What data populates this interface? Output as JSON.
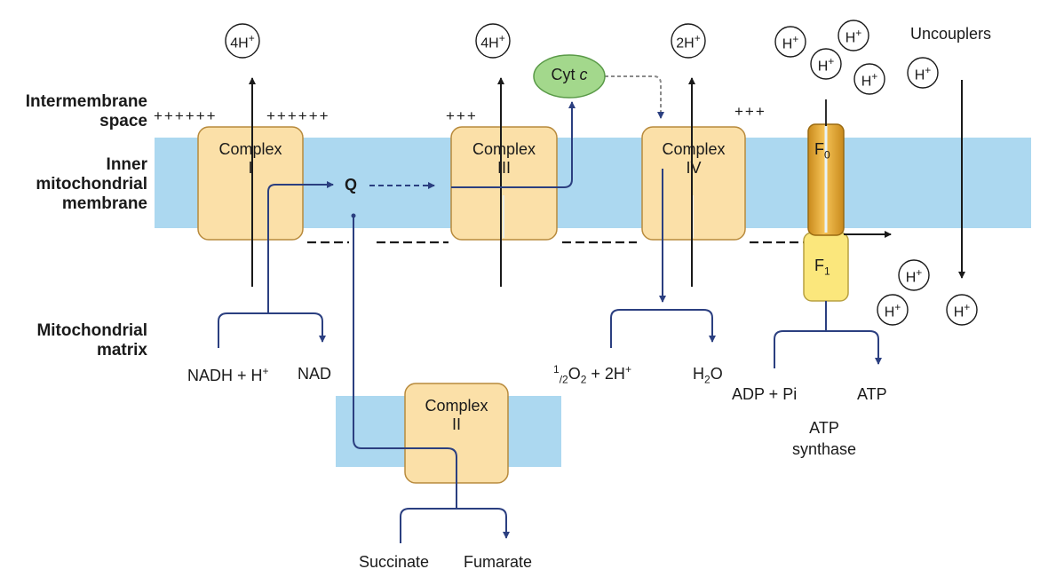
{
  "regions": {
    "intermembrane": [
      "Intermembrane",
      "space"
    ],
    "inner": [
      "Inner",
      "mitochondrial",
      "membrane"
    ],
    "matrix": [
      "Mitochondrial",
      "matrix"
    ]
  },
  "complexes": {
    "c1": [
      "Complex",
      "I"
    ],
    "c2": [
      "Complex",
      "II"
    ],
    "c3": [
      "Complex",
      "III"
    ],
    "c4": [
      "Complex",
      "IV"
    ]
  },
  "protons": {
    "c1": "4H",
    "c3": "4H",
    "c4": "2H",
    "h": "H",
    "charge": "+"
  },
  "charges": {
    "left_a": "++++++",
    "left_b": "++++++",
    "c3": "+++",
    "c4": "+++"
  },
  "carriers": {
    "q": "Q",
    "cytc": "Cyt",
    "cytc_italic": "c"
  },
  "atp_synthase": {
    "f0": "F",
    "f0_sub": "0",
    "f1": "F",
    "f1_sub": "1",
    "label": [
      "ATP",
      "synthase"
    ]
  },
  "reactions": {
    "nadh": "NADH + H",
    "nadh_sup": "+",
    "nad": "NAD",
    "o2_num": "1",
    "o2_den": "/2",
    "o2_mid": "O",
    "o2_sub": "2",
    "o2_tail": " + 2H",
    "o2_sup": "+",
    "h2o_a": "H",
    "h2o_sub": "2",
    "h2o_b": "O",
    "adp": "ADP + Pi",
    "atp": "ATP",
    "succinate": "Succinate",
    "fumarate": "Fumarate"
  },
  "uncouplers": "Uncouplers",
  "colors": {
    "membrane": "#acd8f0",
    "complex_fill": "#fbe0a8",
    "complex_stroke": "#b88a3c",
    "cytc_fill": "#a3d88c",
    "f0_fill": "#eeae35",
    "f1_fill": "#fbe77c",
    "path": "#2b3f80"
  }
}
